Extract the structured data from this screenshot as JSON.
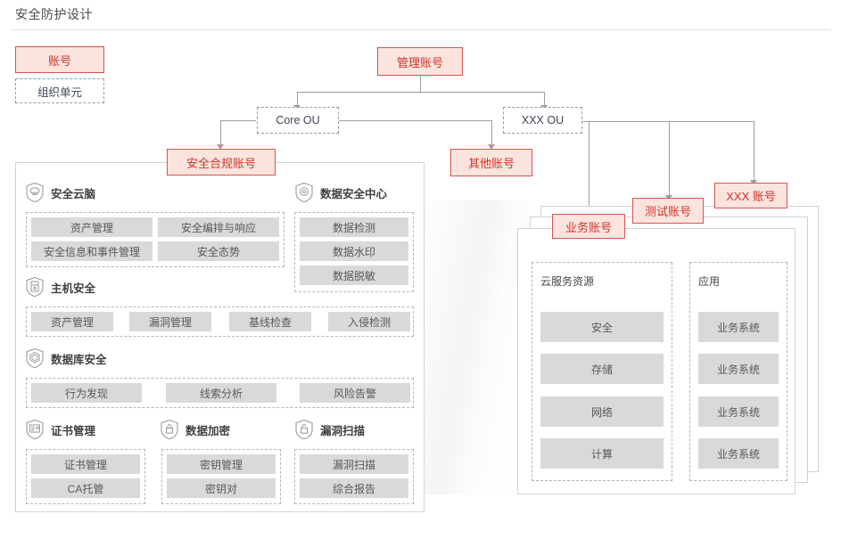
{
  "header": {
    "title": "安全防护设计"
  },
  "legend": {
    "account": "账号",
    "org_unit": "组织单元"
  },
  "tree": {
    "root": "管理账号",
    "ou_left": "Core OU",
    "ou_right": "XXX OU",
    "security_account": "安全合规账号",
    "other_account": "其他账号",
    "business_account": "业务账号",
    "test_account": "测试账号",
    "xxx_account": "XXX 账号"
  },
  "security_panel": {
    "sections": [
      {
        "icon": "shield-brain-icon",
        "title": "安全云脑",
        "chips": [
          "资产管理",
          "安全编排与响应",
          "安全信息和事件管理",
          "安全态势"
        ]
      },
      {
        "icon": "shield-data-center-icon",
        "title": "数据安全中心",
        "chips": [
          "数据检测",
          "数据水印",
          "数据脱敏"
        ]
      },
      {
        "icon": "shield-host-icon",
        "title": "主机安全",
        "chips": [
          "资产管理",
          "漏洞管理",
          "基线检查",
          "入侵检测"
        ]
      },
      {
        "icon": "shield-database-icon",
        "title": "数据库安全",
        "chips": [
          "行为发现",
          "线索分析",
          "风险告警"
        ]
      },
      {
        "icon": "shield-certificate-icon",
        "title": "证书管理",
        "chips": [
          "证书管理",
          "CA托管"
        ]
      },
      {
        "icon": "shield-lock-icon",
        "title": "数据加密",
        "chips": [
          "密钥管理",
          "密钥对"
        ]
      },
      {
        "icon": "shield-scan-icon",
        "title": "漏洞扫描",
        "chips": [
          "漏洞扫描",
          "综合报告"
        ]
      }
    ]
  },
  "business_panel": {
    "cloud_resources": {
      "title": "云服务资源",
      "items": [
        "安全",
        "存储",
        "网络",
        "计算"
      ]
    },
    "applications": {
      "title": "应用",
      "items": [
        "业务系统",
        "业务系统",
        "业务系统",
        "业务系统"
      ]
    }
  },
  "colors": {
    "accent_red": "#d0342c",
    "accent_fill": "#fbe4de",
    "chip_gray": "#d9d9d9",
    "line_gray": "#9e9e9e"
  }
}
